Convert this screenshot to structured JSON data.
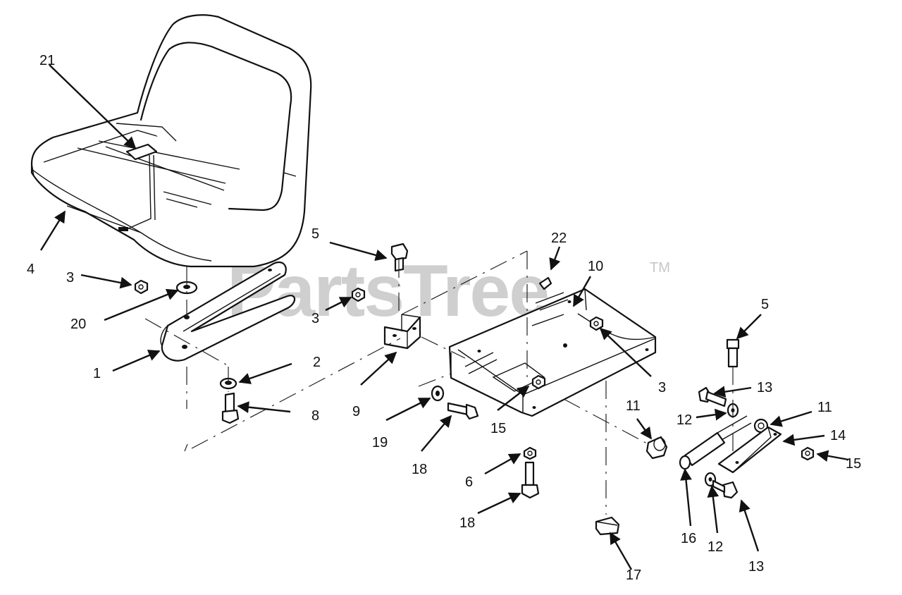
{
  "watermark": {
    "text": "PartsTree",
    "tm": "TM"
  },
  "callouts": [
    {
      "id": "c21",
      "label": "21"
    },
    {
      "id": "c4",
      "label": "4"
    },
    {
      "id": "c3a",
      "label": "3"
    },
    {
      "id": "c20",
      "label": "20"
    },
    {
      "id": "c1",
      "label": "1"
    },
    {
      "id": "c2",
      "label": "2"
    },
    {
      "id": "c8",
      "label": "8"
    },
    {
      "id": "c5a",
      "label": "5"
    },
    {
      "id": "c3b",
      "label": "3"
    },
    {
      "id": "c9",
      "label": "9"
    },
    {
      "id": "c22",
      "label": "22"
    },
    {
      "id": "c10",
      "label": "10"
    },
    {
      "id": "c3c",
      "label": "3"
    },
    {
      "id": "c15a",
      "label": "15"
    },
    {
      "id": "c19",
      "label": "19"
    },
    {
      "id": "c18a",
      "label": "18"
    },
    {
      "id": "c6",
      "label": "6"
    },
    {
      "id": "c18b",
      "label": "18"
    },
    {
      "id": "c17",
      "label": "17"
    },
    {
      "id": "c5b",
      "label": "5"
    },
    {
      "id": "c13a",
      "label": "13"
    },
    {
      "id": "c11a",
      "label": "11"
    },
    {
      "id": "c12a",
      "label": "12"
    },
    {
      "id": "c11b",
      "label": "11"
    },
    {
      "id": "c14",
      "label": "14"
    },
    {
      "id": "c15b",
      "label": "15"
    },
    {
      "id": "c16",
      "label": "16"
    },
    {
      "id": "c12b",
      "label": "12"
    },
    {
      "id": "c13b",
      "label": "13"
    }
  ]
}
